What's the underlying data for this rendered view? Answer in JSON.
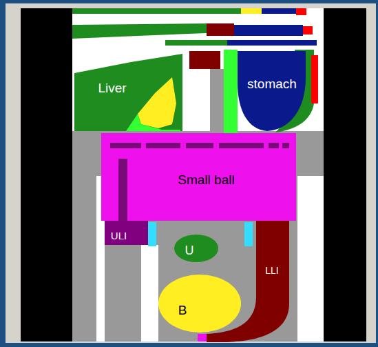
{
  "diagram": {
    "nodes": [
      {
        "text": [
          "Liver"
        ]
      },
      {
        "text": [
          "stomach"
        ]
      },
      {
        "text": [
          "Small ball"
        ]
      },
      {
        "text": [
          "ULI"
        ]
      },
      {
        "text": [
          "U"
        ]
      },
      {
        "text": [
          "LLI"
        ]
      },
      {
        "text": [
          "B"
        ]
      }
    ]
  }
}
